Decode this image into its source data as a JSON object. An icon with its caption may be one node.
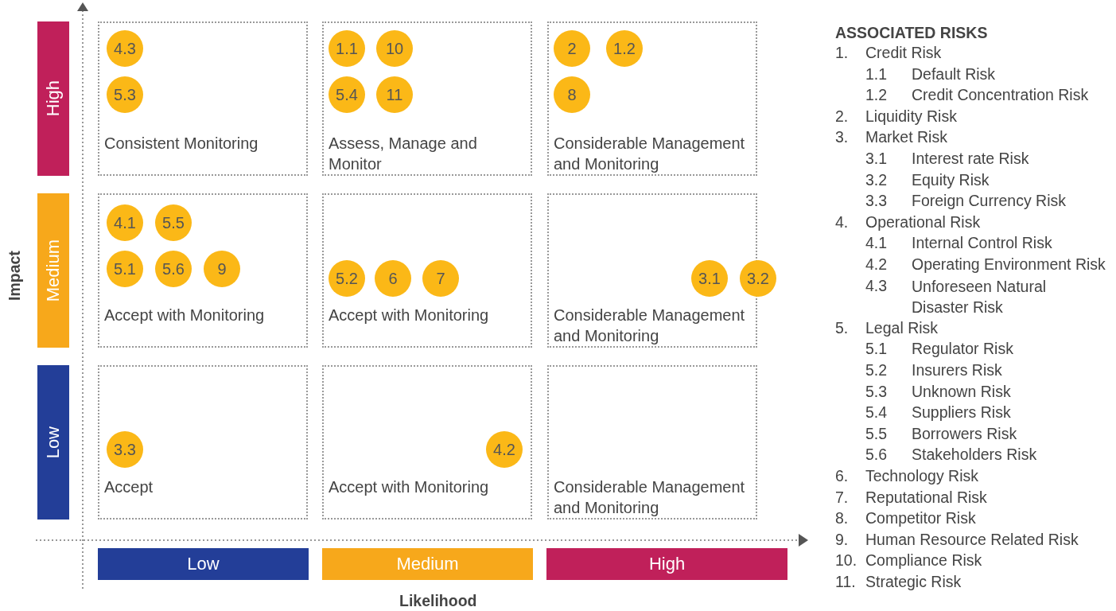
{
  "diagram": {
    "nodes": [
      {
        "text": [
          "High"
        ]
      },
      {
        "text": [
          "Consistent Monitoring"
        ]
      },
      {
        "text": [
          "4.3"
        ],
        "in": 1
      },
      {
        "text": [
          "5.3"
        ],
        "in": 1
      },
      {
        "text": [
          "Assess, Manage and Monitor"
        ]
      },
      {
        "text": [
          "1.1"
        ],
        "in": 4
      },
      {
        "text": [
          "10"
        ],
        "in": 4
      },
      {
        "text": [
          "5.4"
        ],
        "in": 4
      },
      {
        "text": [
          "11"
        ],
        "in": 4
      },
      {
        "text": [
          "Considerable Management and Monitoring"
        ]
      },
      {
        "text": [
          "2"
        ],
        "in": 9
      },
      {
        "text": [
          "1.2"
        ],
        "in": 9
      },
      {
        "text": [
          "8"
        ],
        "in": 9
      },
      {
        "text": [
          "Medium"
        ]
      },
      {
        "text": [
          "Accept with Monitoring"
        ]
      },
      {
        "text": [
          "4.1"
        ],
        "in": 14
      },
      {
        "text": [
          "5.5"
        ],
        "in": 14
      },
      {
        "text": [
          "5.1"
        ],
        "in": 14
      },
      {
        "text": [
          "5.6"
        ],
        "in": 14
      },
      {
        "text": [
          "9"
        ],
        "in": 14
      },
      {
        "text": [
          "Accept with Monitoring"
        ]
      },
      {
        "text": [
          "5.2"
        ],
        "in": 20
      },
      {
        "text": [
          "6"
        ],
        "in": 20
      },
      {
        "text": [
          "7"
        ],
        "in": 20
      },
      {
        "text": [
          "Considerable Management and Monitoring"
        ]
      },
      {
        "text": [
          "3.1"
        ],
        "in": 24
      },
      {
        "text": [
          "3.2"
        ],
        "in": 24
      },
      {
        "text": [
          "Low"
        ]
      },
      {
        "text": [
          "Accept"
        ]
      },
      {
        "text": [
          "3.3"
        ],
        "in": 28
      },
      {
        "text": [
          "Accept with Monitoring"
        ]
      },
      {
        "text": [
          "4.2"
        ],
        "in": 30
      },
      {
        "text": [
          "Considerable Management and Monitoring"
        ]
      },
      {
        "text": [
          "Low"
        ]
      },
      {
        "text": [
          "Medium"
        ]
      },
      {
        "text": [
          "High"
        ]
      }
    ],
    "labels": [
      "Impact",
      "Likelihood",
      "ASSOCIATED RISKS",
      "1.",
      "Credit Risk",
      "1.1",
      "Default Risk",
      "1.2",
      "Credit Concentration Risk",
      "2.",
      "Liquidity Risk",
      "3.",
      "Market Risk",
      "3.1",
      "Interest rate Risk",
      "3.2",
      "Equity Risk",
      "3.3",
      "Foreign Currency Risk",
      "4.",
      "Operational Risk",
      "4.1",
      "Internal Control Risk",
      "4.2",
      "Operating Environment Risk",
      "4.3",
      "Unforeseen Natural Disaster Risk",
      "5.",
      "Legal Risk",
      "5.1",
      "Regulator Risk",
      "5.2",
      "Insurers Risk",
      "5.3",
      "Unknown Risk",
      "5.4",
      "Suppliers Risk",
      "5.5",
      "Borrowers Risk",
      "5.6",
      "Stakeholders Risk",
      "6.",
      "Technology Risk",
      "7.",
      "Reputational Risk",
      "8.",
      "Competitor Risk",
      "9.",
      "Human Resource Related Risk",
      "10.",
      "Compliance Risk",
      "11.",
      "Strategic Risk"
    ]
  }
}
